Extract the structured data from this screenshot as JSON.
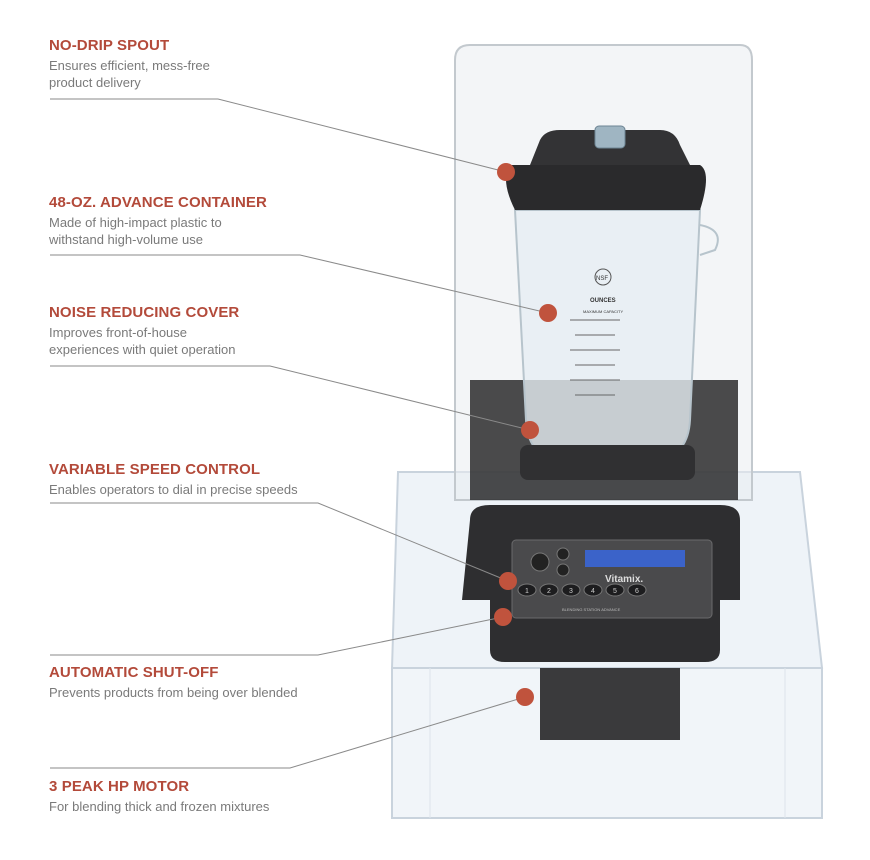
{
  "colors": {
    "heading": "#b34a3a",
    "body_text": "#7a7a7a",
    "callout_dot": "#c0533d",
    "leader_line": "#8a8a8a"
  },
  "features": [
    {
      "title": "NO-DRIP SPOUT",
      "description_lines": [
        "Ensures efficient, mess-free",
        "product delivery"
      ]
    },
    {
      "title": "48-OZ. ADVANCE CONTAINER",
      "description_lines": [
        "Made of high-impact plastic to",
        "withstand high-volume use"
      ]
    },
    {
      "title": "NOISE REDUCING COVER",
      "description_lines": [
        "Improves front-of-house",
        "experiences with quiet operation"
      ]
    },
    {
      "title": "VARIABLE SPEED CONTROL",
      "description_lines": [
        "Enables operators to dial in precise speeds"
      ]
    },
    {
      "title": "AUTOMATIC SHUT-OFF",
      "description_lines": [
        "Prevents products from being over blended"
      ]
    },
    {
      "title": "3 PEAK HP MOTOR",
      "description_lines": [
        "For blending thick and frozen mixtures"
      ]
    }
  ],
  "product_markings": {
    "brand_logo": "Vitamix.",
    "model_plate": "BLENDING STATION ADVANCE",
    "container_badge": "NSF",
    "container_units": "OUNCES",
    "container_capacity": "MAXIMUM CAPACITY",
    "speed_buttons": [
      "1",
      "2",
      "3",
      "4",
      "5",
      "6"
    ]
  }
}
